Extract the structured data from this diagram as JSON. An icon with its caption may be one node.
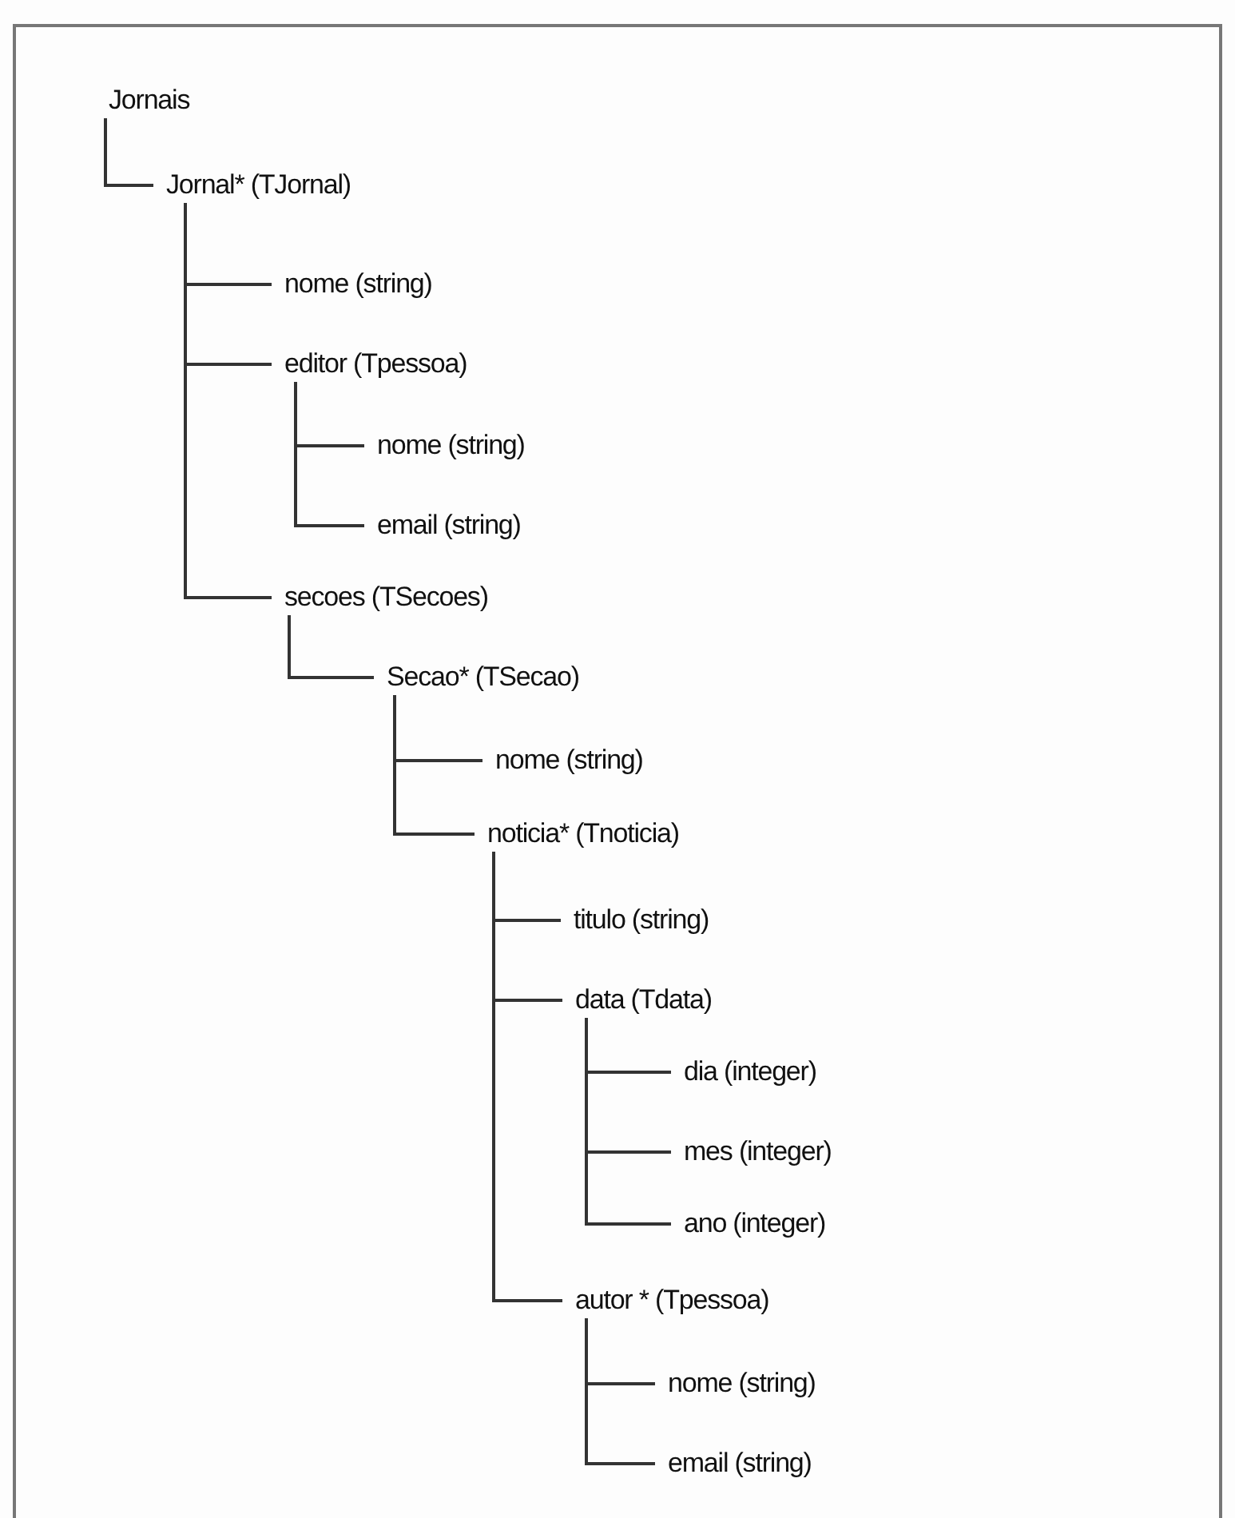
{
  "diagram": {
    "nodes": [
      {
        "text": [
          "Jornais"
        ]
      },
      {
        "text": [
          "Jornal* (TJornal)"
        ]
      },
      {
        "text": [
          "nome (string)"
        ]
      },
      {
        "text": [
          "editor (Tpessoa)"
        ]
      },
      {
        "text": [
          "nome (string)"
        ]
      },
      {
        "text": [
          "email (string)"
        ]
      },
      {
        "text": [
          "secoes (TSecoes)"
        ]
      },
      {
        "text": [
          "Secao* (TSecao)"
        ]
      },
      {
        "text": [
          "nome (string)"
        ]
      },
      {
        "text": [
          "noticia* (Tnoticia)"
        ]
      },
      {
        "text": [
          "titulo (string)"
        ]
      },
      {
        "text": [
          "data (Tdata)"
        ]
      },
      {
        "text": [
          "dia (integer)"
        ]
      },
      {
        "text": [
          "mes (integer)"
        ]
      },
      {
        "text": [
          "ano (integer)"
        ]
      },
      {
        "text": [
          "autor * (Tpessoa)"
        ]
      },
      {
        "text": [
          "nome (string)"
        ]
      },
      {
        "text": [
          "email (string)"
        ]
      }
    ],
    "edges": [
      {
        "from": 0,
        "to": 1,
        "arrow": "none"
      },
      {
        "from": 1,
        "to": 2,
        "arrow": "none"
      },
      {
        "from": 1,
        "to": 3,
        "arrow": "none"
      },
      {
        "from": 3,
        "to": 4,
        "arrow": "none"
      },
      {
        "from": 3,
        "to": 5,
        "arrow": "none"
      },
      {
        "from": 1,
        "to": 6,
        "arrow": "none"
      },
      {
        "from": 6,
        "to": 7,
        "arrow": "none"
      },
      {
        "from": 7,
        "to": 8,
        "arrow": "none"
      },
      {
        "from": 7,
        "to": 9,
        "arrow": "none"
      },
      {
        "from": 9,
        "to": 10,
        "arrow": "none"
      },
      {
        "from": 9,
        "to": 11,
        "arrow": "none"
      },
      {
        "from": 11,
        "to": 12,
        "arrow": "none"
      },
      {
        "from": 11,
        "to": 13,
        "arrow": "none"
      },
      {
        "from": 11,
        "to": 14,
        "arrow": "none"
      },
      {
        "from": 9,
        "to": 15,
        "arrow": "none"
      },
      {
        "from": 15,
        "to": 16,
        "arrow": "none"
      },
      {
        "from": 15,
        "to": 17,
        "arrow": "none"
      }
    ]
  }
}
